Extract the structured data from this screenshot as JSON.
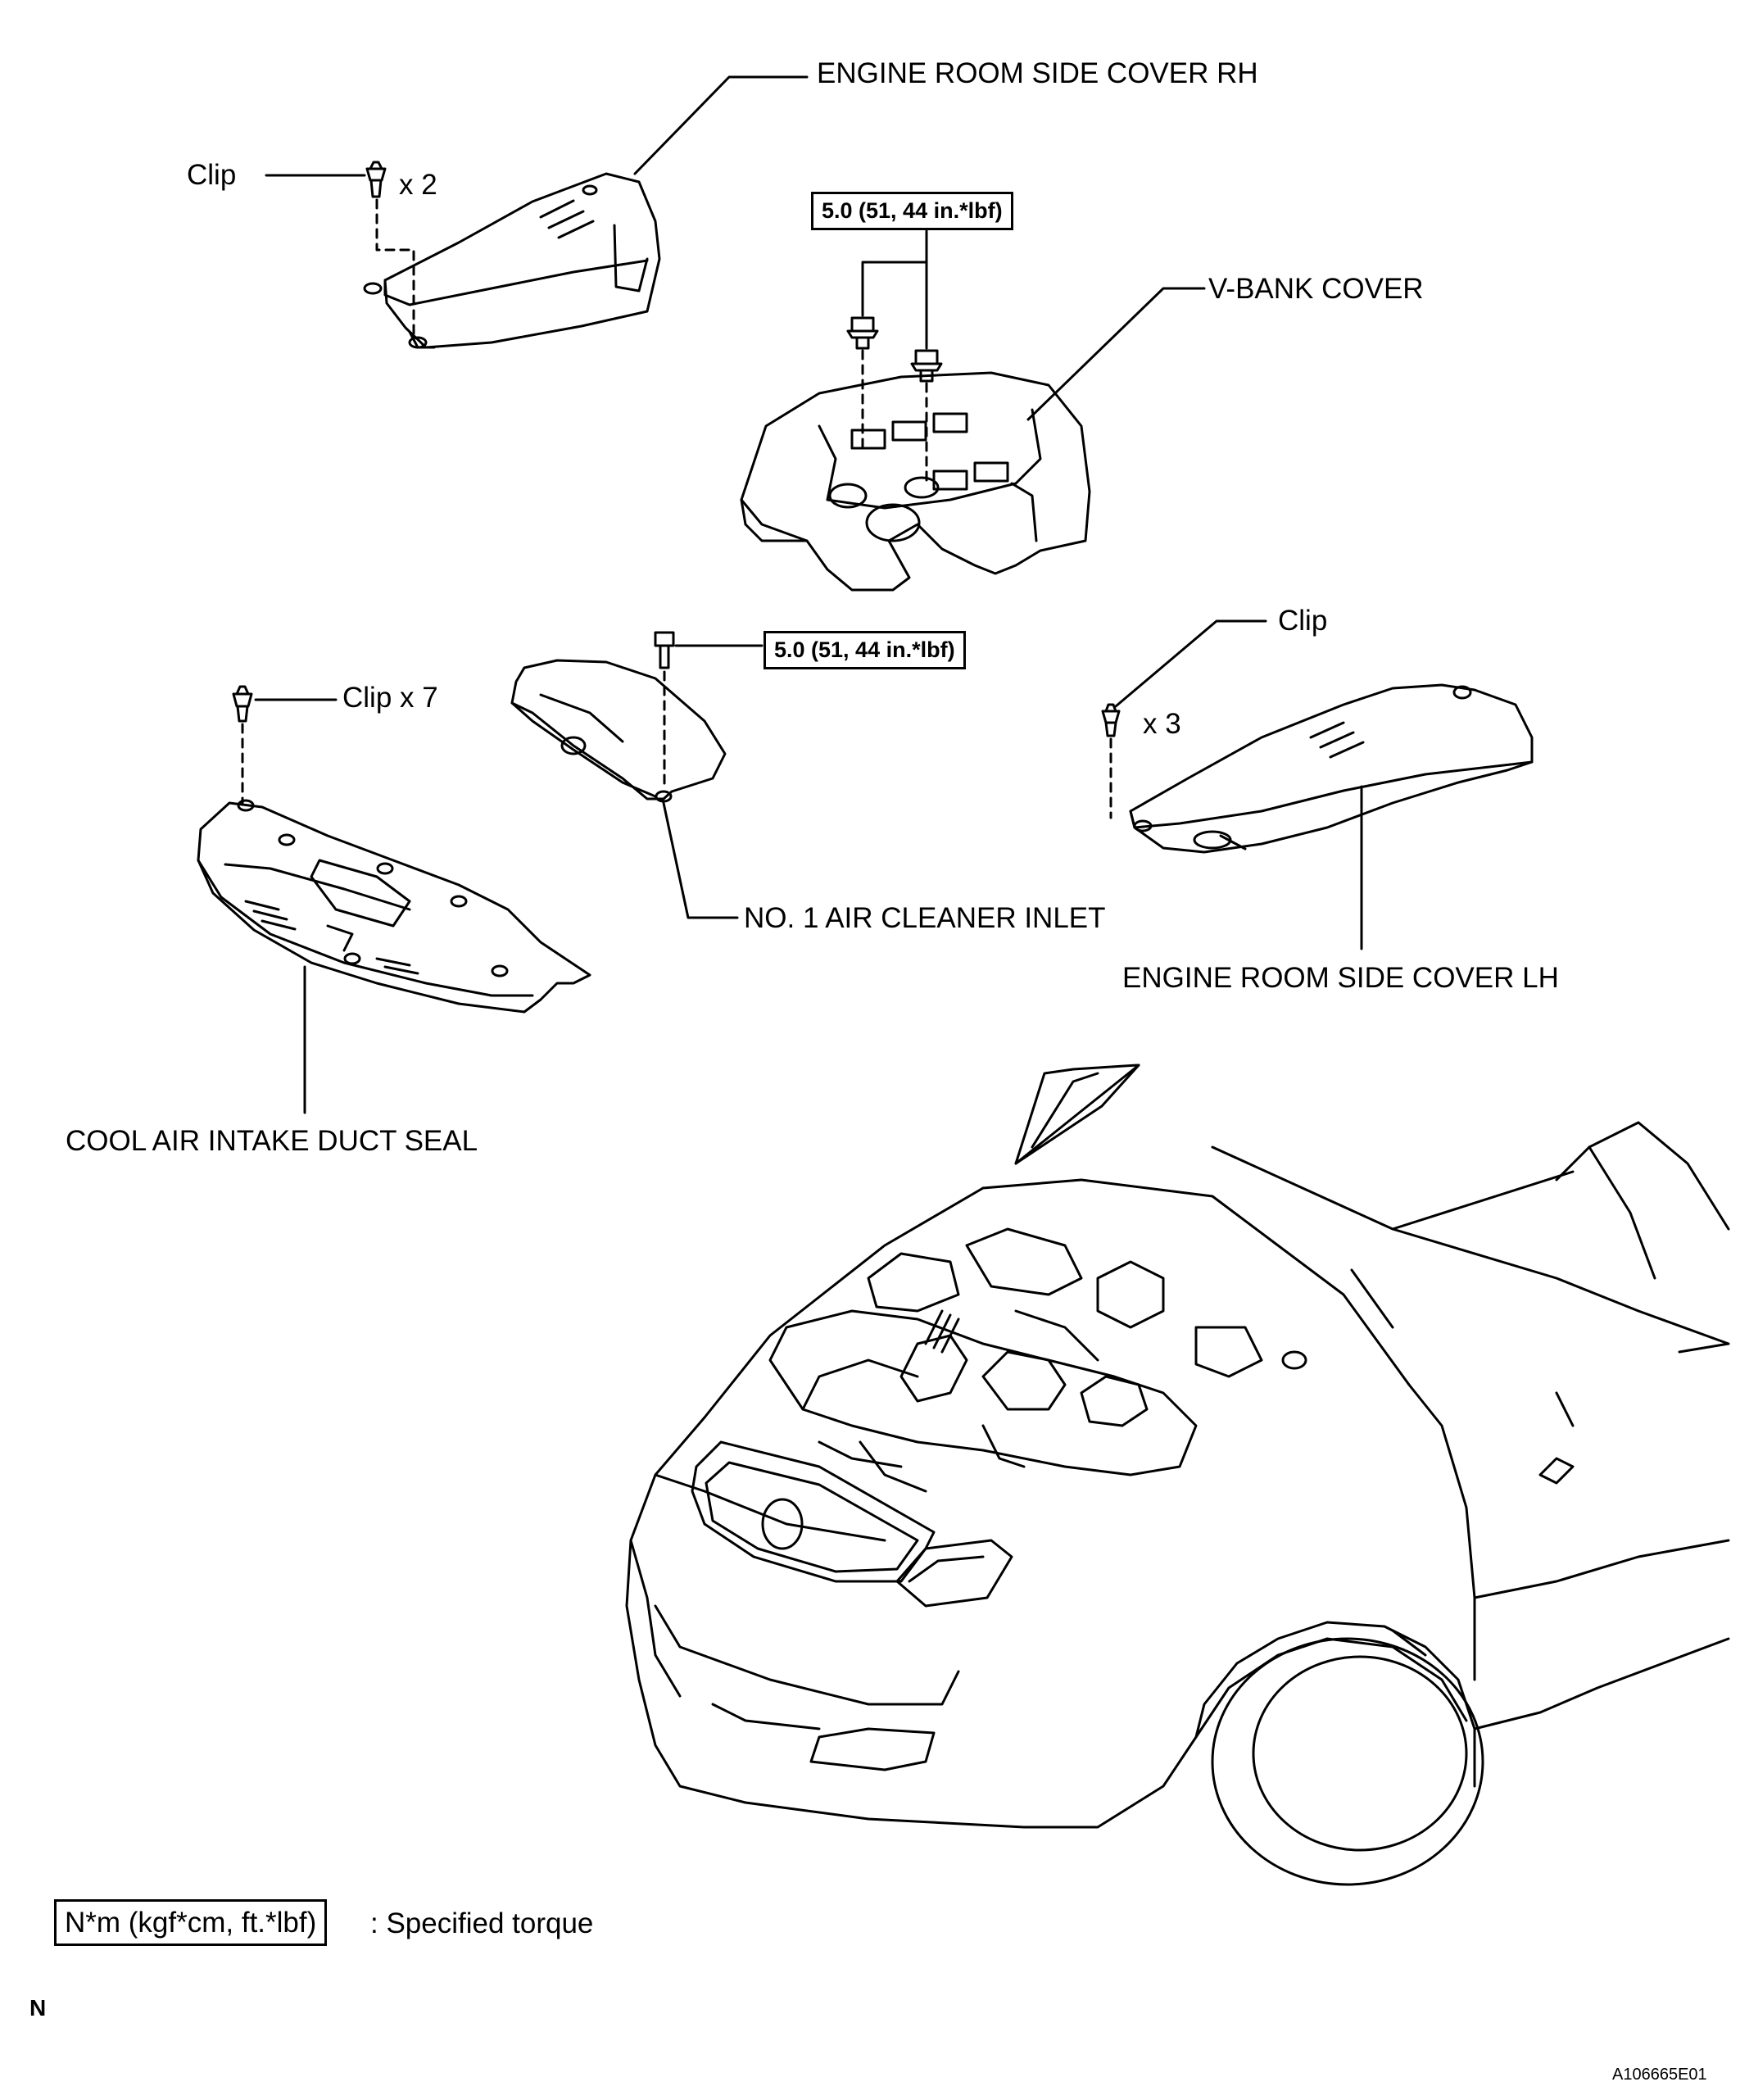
{
  "labels": {
    "side_cover_rh": "ENGINE ROOM SIDE COVER RH",
    "clip_rh": "Clip",
    "clip_rh_qty": "x 2",
    "v_bank_cover": "V-BANK COVER",
    "torque_v_bank": "5.0 (51, 44 in.*lbf)",
    "torque_air_inlet": "5.0 (51, 44 in.*lbf)",
    "clip_seal": "Clip x 7",
    "clip_lh": "Clip",
    "clip_lh_qty": "x 3",
    "air_cleaner_inlet": "NO. 1 AIR CLEANER INLET",
    "side_cover_lh": "ENGINE ROOM SIDE COVER LH",
    "duct_seal": "COOL AIR INTAKE DUCT SEAL"
  },
  "legend": {
    "unit_box": "N*m (kgf*cm, ft.*lbf)",
    "description": ": Specified torque"
  },
  "footer": {
    "orientation_mark": "N",
    "figure_id": "A106665E01"
  }
}
